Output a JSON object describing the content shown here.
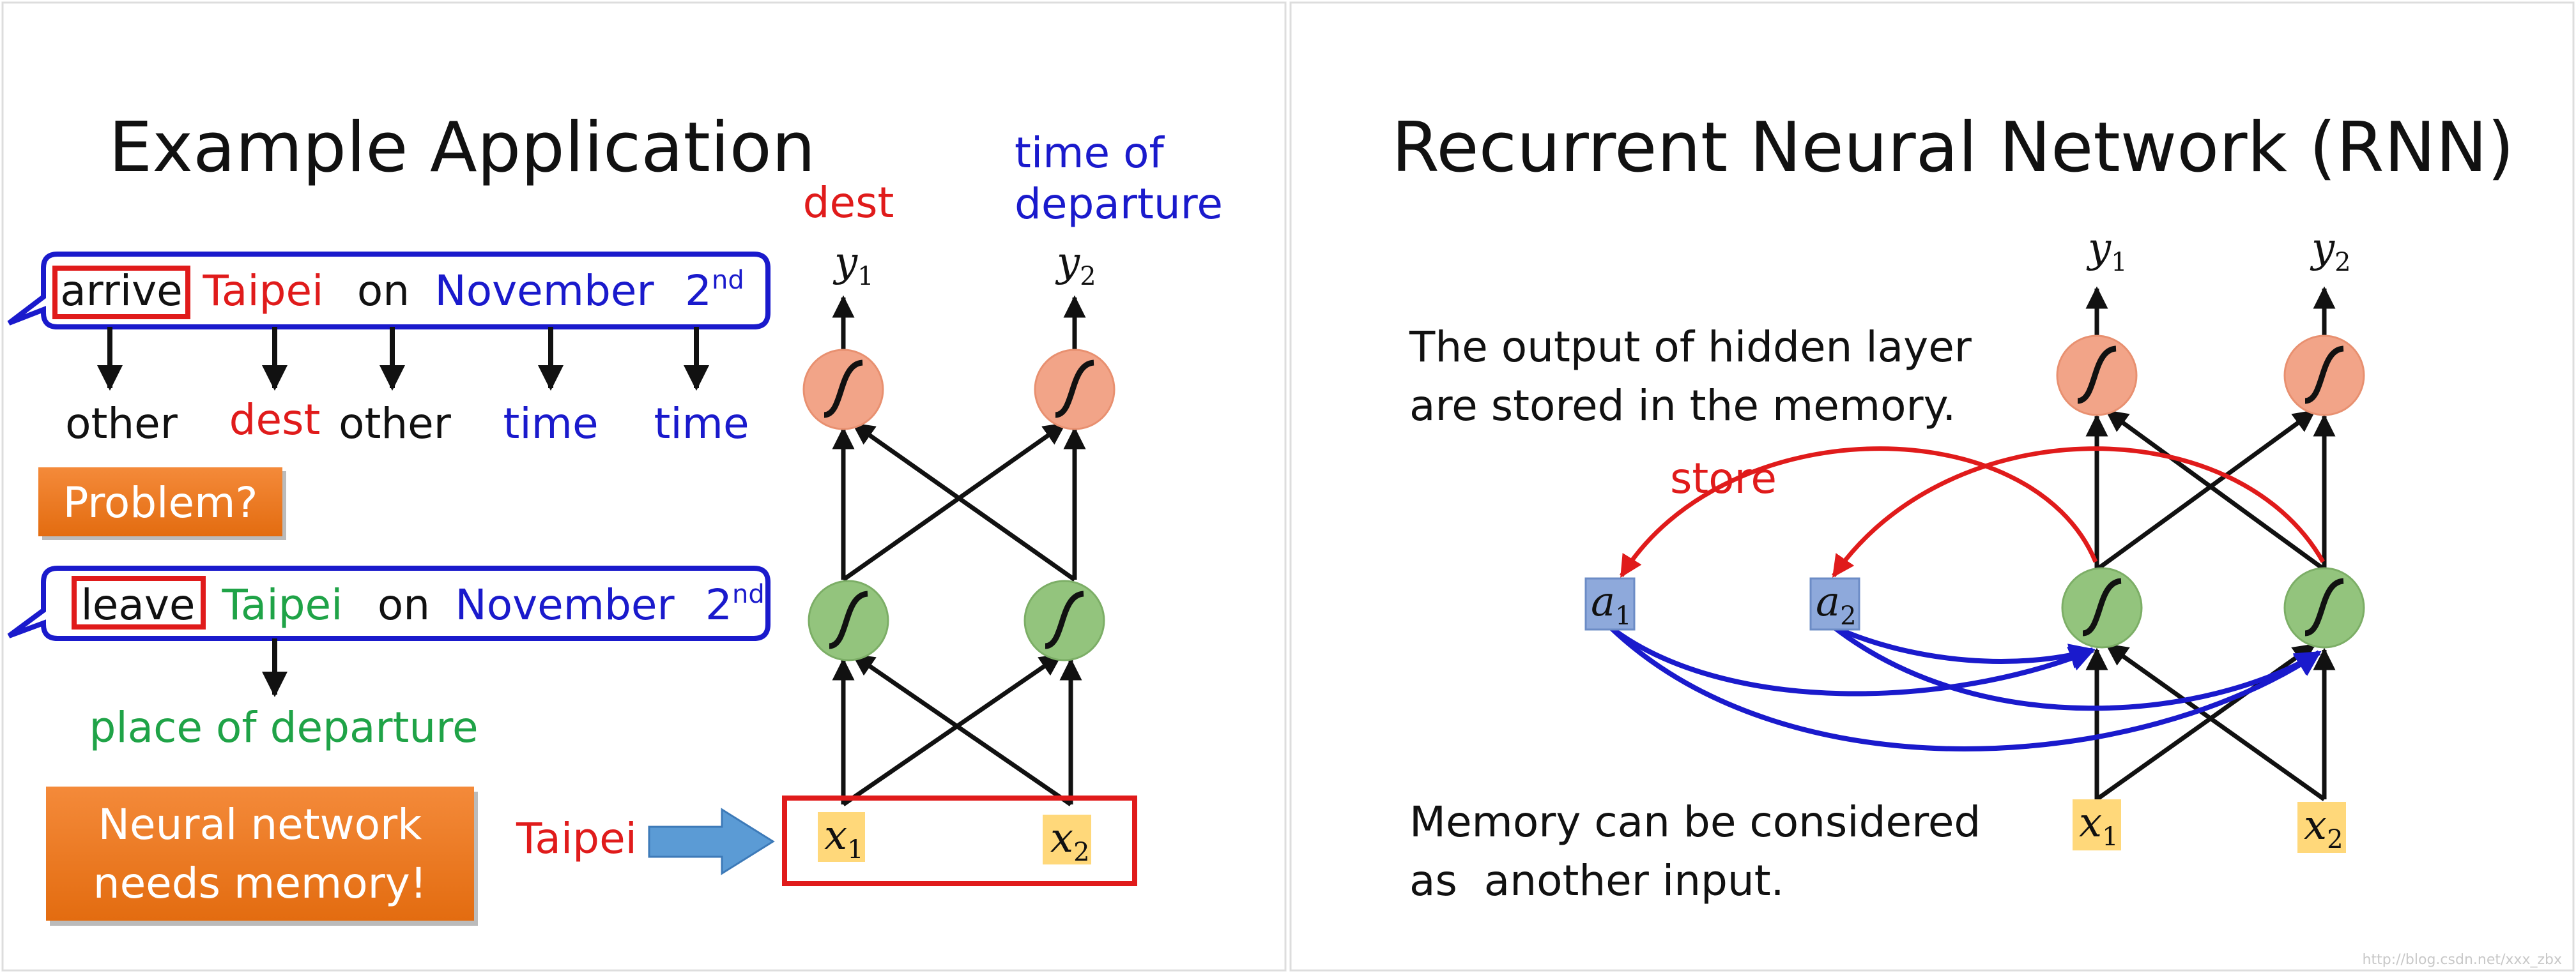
{
  "left": {
    "title": "Example Application",
    "sentence1": {
      "words": [
        "arrive",
        "Taipei",
        "on",
        "November",
        "2"
      ],
      "ordinal_sup": "nd",
      "labels": [
        "other",
        "dest",
        "other",
        "time",
        "time"
      ]
    },
    "problem_button": "Problem?",
    "sentence2": {
      "words": [
        "leave",
        "Taipei",
        "on",
        "November",
        "2"
      ],
      "ordinal_sup": "nd",
      "label": "place of departure"
    },
    "memory_button": [
      "Neural network",
      "needs memory!"
    ],
    "input_word": "Taipei",
    "network": {
      "out_labels": [
        "dest",
        "time of",
        "departure"
      ],
      "y_var": "y",
      "x_var": "x",
      "subs": [
        "1",
        "2"
      ]
    }
  },
  "right": {
    "title": "Recurrent Neural Network (RNN)",
    "text1": [
      "The output of hidden layer",
      "are stored in the memory."
    ],
    "store_label": "store",
    "text2": [
      "Memory can be considered",
      "as  another input."
    ],
    "a_var": "a",
    "y_var": "y",
    "x_var": "x",
    "subs": [
      "1",
      "2"
    ]
  },
  "colors": {
    "red": "#e01b1b",
    "blue": "#1a1acc",
    "green": "#1fa347",
    "orange_button": "#ee7a24",
    "output_neuron": "#f2a488",
    "hidden_neuron": "#93c47d",
    "input_box": "#ffd87a",
    "memory_box": "#8ea9db",
    "arrow_fill": "#5b9bd5"
  },
  "watermark": "http://blog.csdn.net/xxx_zbx"
}
